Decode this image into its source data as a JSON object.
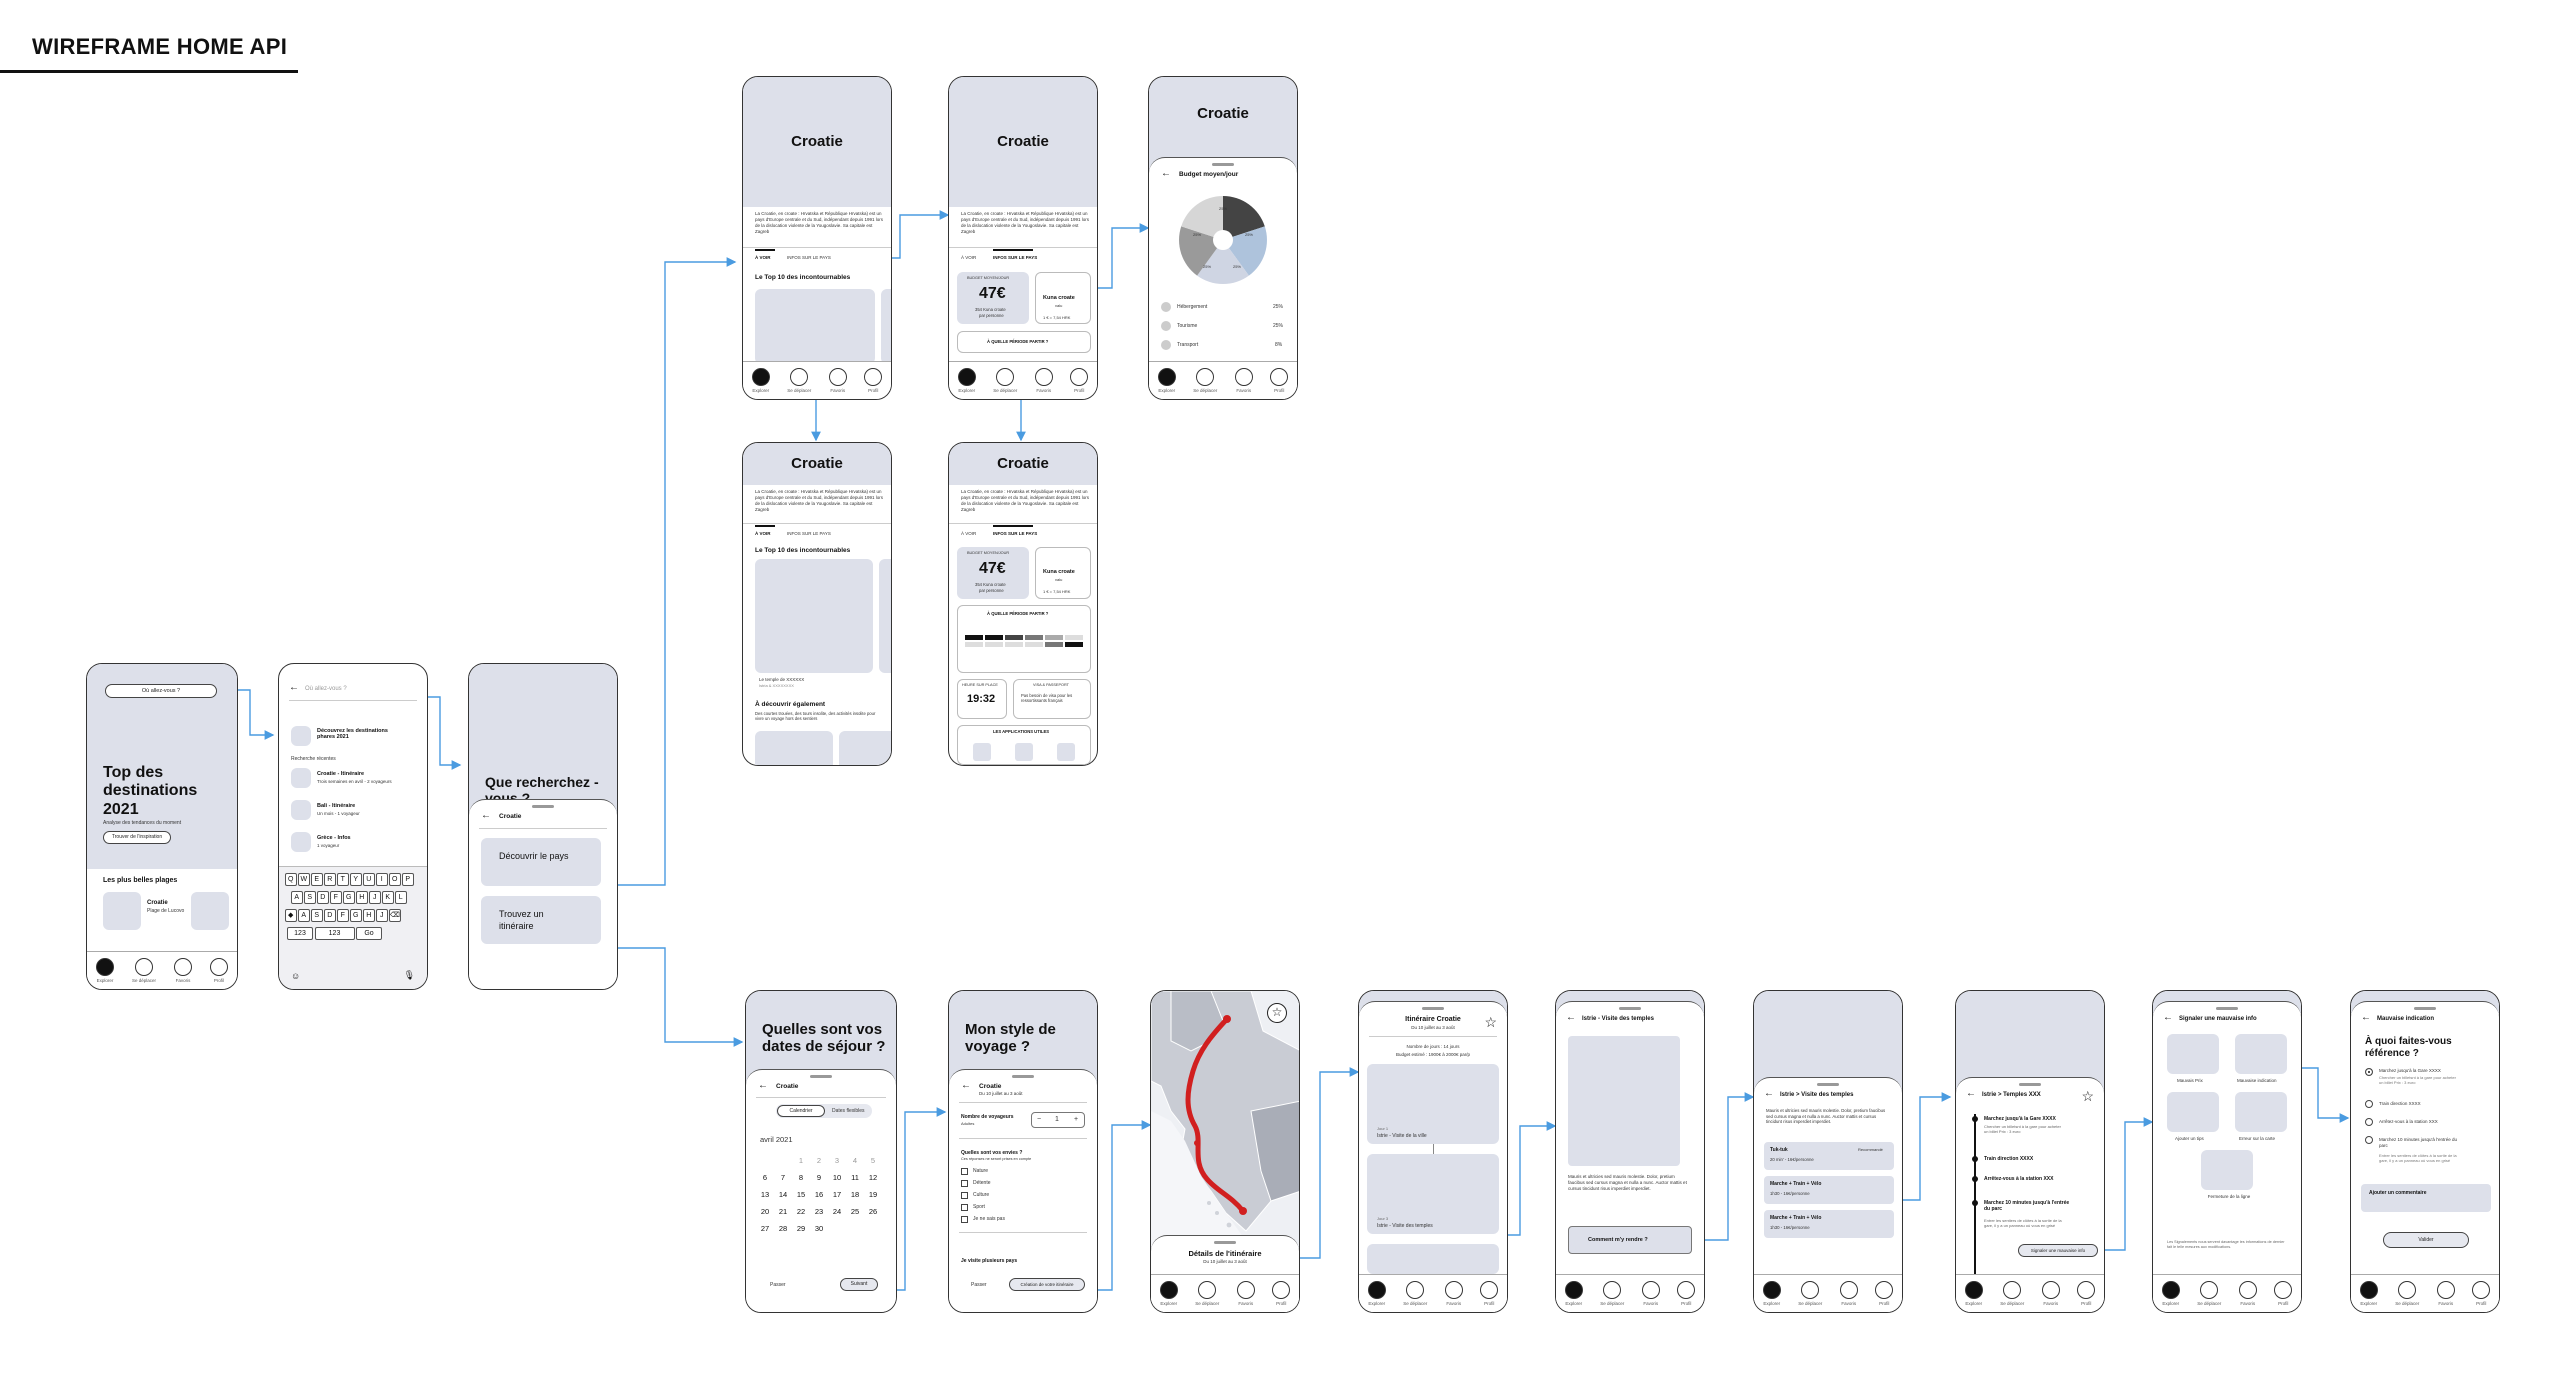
{
  "title": "WIREFRAME HOME API",
  "nav": [
    "Explorer",
    "Se déplacer",
    "Favoris",
    "Profil"
  ],
  "country": "Croatie",
  "intro": "La Croatie, en croate : Hrvatska et République Hrvatska) est un pays d'Europe centrale et du Sud, indépendant depuis 1991 lors de la dislocation violente de la Yougoslavie. Sa capitale est Zagreb",
  "tabs": {
    "a_voir": "À VOIR",
    "infos": "INFOS SUR LE PAYS"
  },
  "top10": "Le Top 10 des incontournables",
  "temple": "Le temple de XXXXXX",
  "temple_sub": "Istria & XXXXXXXX",
  "discover": "À découvrir également",
  "discover_text": "Des courtes trouées, des tours insolite, des activités insolite pour vivre un voyage hors des sentiers",
  "home": {
    "search": "Où allez-vous ?",
    "heading": "Top des destinations 2021",
    "sub": "Analyse des tendances du moment",
    "cta": "Trouver de l'inspiration",
    "beaches": "Les plus belles plages",
    "beach_name": "Croatie",
    "beach_sub": "Plage de Lucovo"
  },
  "search_screen": {
    "placeholder": "Où allez-vous ?",
    "discover": "Découvrez les destinations phares 2021",
    "recent": "Recherche récentes",
    "r1": "Croatie - Itinéraire",
    "r1s": "Trois semaines en avril - 2 voyageurs",
    "r2": "Bali - Itinéraire",
    "r2s": "Un mois - 1 voyageur",
    "r3": "Grèce - Infos",
    "r3s": "1 voyageur",
    "k1": [
      "Q",
      "W",
      "E",
      "R",
      "T",
      "Y",
      "U",
      "I",
      "O",
      "P"
    ],
    "k2": [
      "A",
      "S",
      "D",
      "F",
      "G",
      "H",
      "J",
      "K",
      "L"
    ],
    "k3": [
      "◆",
      "A",
      "S",
      "D",
      "F",
      "G",
      "H",
      "J",
      "⌫"
    ],
    "k4": [
      "123",
      "123",
      "Go"
    ]
  },
  "choice": {
    "heading": "Que recherchez -vous ?",
    "opt1": "Découvrir le pays",
    "opt2": "Trouvez un itinéraire"
  },
  "budget": {
    "label": "BUDGET MOYEN/JOUR",
    "amount": "47€",
    "kuna": "354 Kuna croate",
    "per": "par personne",
    "currency": "Kuna croate",
    "currency_sub": "valu",
    "rate": "1 € = 7,54 HRK",
    "period": "À QUELLE PÉRIODE PARTIR ?",
    "title": "Budget moyen/jour",
    "pie": [
      "25%",
      "25%",
      "25%",
      "25%",
      "25%"
    ],
    "legend": [
      {
        "l": "Hébergement",
        "v": "25%"
      },
      {
        "l": "Tourisme",
        "v": "25%"
      },
      {
        "l": "Transport",
        "v": "8%"
      }
    ],
    "time": "19:32",
    "time_label": "HEURE SUR PLACE",
    "visa_label": "VISA & PASSEPORT",
    "visa": "Pas besoin de visa pour les ressortissants français",
    "apps": "LES APPLICATIONS UTILES"
  },
  "dates": {
    "heading": "Quelles sont vos dates de séjour ?",
    "seg1": "Calendrier",
    "seg2": "Dates flexibles",
    "month": "avril 2021",
    "days": [
      "",
      "",
      "1",
      "2",
      "3",
      "4",
      "5",
      "6",
      "7",
      "8",
      "9",
      "10",
      "11",
      "12",
      "13",
      "14",
      "15",
      "16",
      "17",
      "18",
      "19",
      "20",
      "21",
      "22",
      "23",
      "24",
      "25",
      "26",
      "27",
      "28",
      "29",
      "30"
    ],
    "skip": "Passer",
    "next": "Suivant"
  },
  "style": {
    "heading": "Mon style de voyage ?",
    "sub": "Du 10 juillet au 3 août",
    "travellers": "Nombre de voyageurs",
    "travellers_sub": "Adultes",
    "count": "1",
    "minus": "−",
    "plus": "+",
    "q": "Quelles sont vos envies ?",
    "q_sub": "Ces réponses ne seront prises en compte",
    "opts": [
      "Nature",
      "Détente",
      "Culture",
      "Sport",
      "Je ne sais pas"
    ],
    "multi": "Je visite plusieurs pays",
    "skip": "Passer",
    "create": "Création de votre itinéraire"
  },
  "map": {
    "details": "Détails de l'itinéraire",
    "details_sub": "Du 10 juillet au 3 août"
  },
  "itin": {
    "title": "Itinéraire Croatie",
    "sub": "Du 10 juillet au 3 août",
    "stats": "Nombre de jours : 14 jours",
    "budget": "Budget estimé : 1900€ à 2000€ par/p",
    "day1": "Jour 1",
    "stop1": "Istrie - Visite de la ville",
    "day2": "Jour 3",
    "stop2": "Istrie - Visite des temples"
  },
  "temples": {
    "title": "Istrie - Visite des temples",
    "desc": "Mauris et ultricies sed mauris molestie. Dolor, pretium faucibus sed cursus magna et nulla a nunc. Auctor mattis et cursus tincidunt risus imperdiet imperdiet.",
    "cta": "Comment m'y rendre ?"
  },
  "transport": {
    "title": "Istrie > Visite des temples",
    "desc": "Mauris et ultricies sed mauris molestie. Dolor, pretium faucibus sed cursus magna et nulla a nunc. Auctor mattis et cursus tincidunt risus imperdiet imperdiet.",
    "o1": "Tuk-tuk",
    "o1_badge": "Recommandé",
    "o1_s": "20 min' - 16€/personne",
    "o2": "Marche + Train + Vélo",
    "o2_s": "1h30 - 16€/personne",
    "o3": "Marche + Train + Vélo",
    "o3_s": "1h30 - 16€/personne"
  },
  "steps": {
    "title": "Istrie > Temples XXX",
    "s1": "Marchez jusqu'à la Gare XXXX",
    "s1d": "Chercher un billetsnt à la gare pour acheter un billet Prix : 3 euro",
    "s2": "Train direction XXXX",
    "s3": "Arrêtez-vous à la station XXX",
    "s4": "Marchez 10 minutes jusqu'à l'entrée du parc",
    "s4d": "Entrer les sentiers de clôtes à la sortie de la gare, il y a un panneau où vous en grisé",
    "report": "Signaler une mauvaise info"
  },
  "report": {
    "title": "Signaler une mauvaise info",
    "c1": "Mauvais Prix",
    "c2": "Mauvaise indication",
    "c3": "Ajouter un tips",
    "c4": "Erreur sur la carte",
    "c5": "Fermeture de la ligne",
    "foot": "Les Signalements nous servent davantage les informations de dernier fait le telle mesures aux modifications."
  },
  "wrong": {
    "title": "Mauvaise indication",
    "q": "À quoi faites-vous référence ?",
    "r1": "Marchez jusqu'à la Gare XXXX",
    "r1d": "Chercher un billetsnt à la gare pour acheter un billet Prix : 3 euro",
    "r2": "Train direction XXXX",
    "r3": "Arrêtez-vous à la station XXX",
    "r4": "Marchez 10 minutes jusqu'à l'entrée du parc",
    "r4d": "Entrer les sentiers de clôtes à la sortie de la gare, il y a un panneau où vous en grisé",
    "comment": "Ajouter un commentaire",
    "submit": "Valider"
  }
}
